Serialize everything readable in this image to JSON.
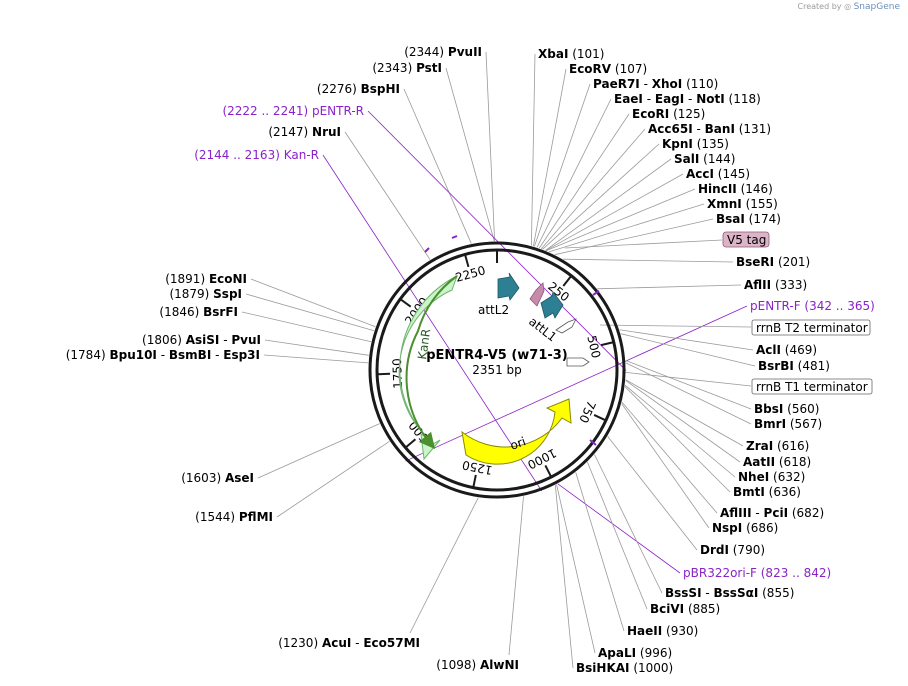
{
  "credit": {
    "prefix": "Created by",
    "brand": "SnapGene"
  },
  "plasmid": {
    "name": "pENTR4-V5 (w71-3)",
    "length_label": "2351 bp",
    "length": 2351
  },
  "colors": {
    "backbone": "#1a1a1a",
    "kanr": "#c9f5c9",
    "kanr_border": "#4b8f2f",
    "ori": "#ffff00",
    "attl": "#2d7f93",
    "v5": "#c68aaa",
    "primer": "#8b22c8",
    "line": "#9a9a9a"
  },
  "ticks": [
    "250",
    "500",
    "750",
    "1000",
    "1250",
    "1500",
    "1750",
    "2000",
    "2250"
  ],
  "features": [
    {
      "label": "KanR",
      "kind": "kanr"
    },
    {
      "label": "ori",
      "kind": "ori"
    },
    {
      "label": "attL2",
      "kind": "attl"
    },
    {
      "label": "attL1",
      "kind": "attl"
    }
  ],
  "boxed_features": [
    "V5 tag",
    "rrnB T2 terminator",
    "rrnB T1 terminator"
  ],
  "right_labels": [
    {
      "names": [
        "XbaI"
      ],
      "pos": "(101)"
    },
    {
      "names": [
        "EcoRV"
      ],
      "pos": "(107)"
    },
    {
      "names": [
        "PaeR7I",
        "XhoI"
      ],
      "pos": "(110)"
    },
    {
      "names": [
        "EaeI",
        "EagI",
        "NotI"
      ],
      "pos": "(118)"
    },
    {
      "names": [
        "EcoRI"
      ],
      "pos": "(125)"
    },
    {
      "names": [
        "Acc65I",
        "BanI"
      ],
      "pos": "(131)"
    },
    {
      "names": [
        "KpnI"
      ],
      "pos": "(135)"
    },
    {
      "names": [
        "SalI"
      ],
      "pos": "(144)"
    },
    {
      "names": [
        "AccI"
      ],
      "pos": "(145)"
    },
    {
      "names": [
        "HincII"
      ],
      "pos": "(146)"
    },
    {
      "names": [
        "XmnI"
      ],
      "pos": "(155)"
    },
    {
      "names": [
        "BsaI"
      ],
      "pos": "(174)"
    },
    {
      "names": [
        "BseRI"
      ],
      "pos": "(201)"
    },
    {
      "names": [
        "AflII"
      ],
      "pos": "(333)"
    },
    {
      "names": [
        "pENTR-F"
      ],
      "pos": "(342 .. 365)",
      "primer": true
    },
    {
      "names": [
        "AclI"
      ],
      "pos": "(469)"
    },
    {
      "names": [
        "BsrBI"
      ],
      "pos": "(481)"
    },
    {
      "names": [
        "BbsI"
      ],
      "pos": "(560)"
    },
    {
      "names": [
        "BmrI"
      ],
      "pos": "(567)"
    },
    {
      "names": [
        "ZraI"
      ],
      "pos": "(616)"
    },
    {
      "names": [
        "AatII"
      ],
      "pos": "(618)"
    },
    {
      "names": [
        "NheI"
      ],
      "pos": "(632)"
    },
    {
      "names": [
        "BmtI"
      ],
      "pos": "(636)"
    },
    {
      "names": [
        "AflIII",
        "PciI"
      ],
      "pos": "(682)"
    },
    {
      "names": [
        "NspI"
      ],
      "pos": "(686)"
    },
    {
      "names": [
        "DrdI"
      ],
      "pos": "(790)"
    },
    {
      "names": [
        "pBR322ori-F"
      ],
      "pos": "(823 .. 842)",
      "primer": true
    },
    {
      "names": [
        "BssSI",
        "BssSαI"
      ],
      "pos": "(855)"
    },
    {
      "names": [
        "BciVI"
      ],
      "pos": "(885)"
    },
    {
      "names": [
        "HaeII"
      ],
      "pos": "(930)"
    },
    {
      "names": [
        "ApaLI"
      ],
      "pos": "(996)"
    },
    {
      "names": [
        "BsiHKAI"
      ],
      "pos": "(1000)"
    }
  ],
  "left_labels": [
    {
      "names": [
        "PvuII"
      ],
      "pos": "(2344)"
    },
    {
      "names": [
        "PstI"
      ],
      "pos": "(2343)"
    },
    {
      "names": [
        "BspHI"
      ],
      "pos": "(2276)"
    },
    {
      "names": [
        "pENTR-R"
      ],
      "pos": "(2222 .. 2241)",
      "primer": true
    },
    {
      "names": [
        "NruI"
      ],
      "pos": "(2147)"
    },
    {
      "names": [
        "Kan-R"
      ],
      "pos": "(2144 .. 2163)",
      "primer": true
    },
    {
      "names": [
        "EcoNI"
      ],
      "pos": "(1891)"
    },
    {
      "names": [
        "SspI"
      ],
      "pos": "(1879)"
    },
    {
      "names": [
        "BsrFI"
      ],
      "pos": "(1846)"
    },
    {
      "names": [
        "AsiSI",
        "PvuI"
      ],
      "pos": "(1806)"
    },
    {
      "names": [
        "Bpu10I",
        "BsmBI",
        "Esp3I"
      ],
      "pos": "(1784)"
    },
    {
      "names": [
        "AseI"
      ],
      "pos": "(1603)"
    },
    {
      "names": [
        "PflMI"
      ],
      "pos": "(1544)"
    },
    {
      "names": [
        "AcuI",
        "Eco57MI"
      ],
      "pos": "(1230)"
    },
    {
      "names": [
        "AlwNI"
      ],
      "pos": "(1098)"
    }
  ]
}
